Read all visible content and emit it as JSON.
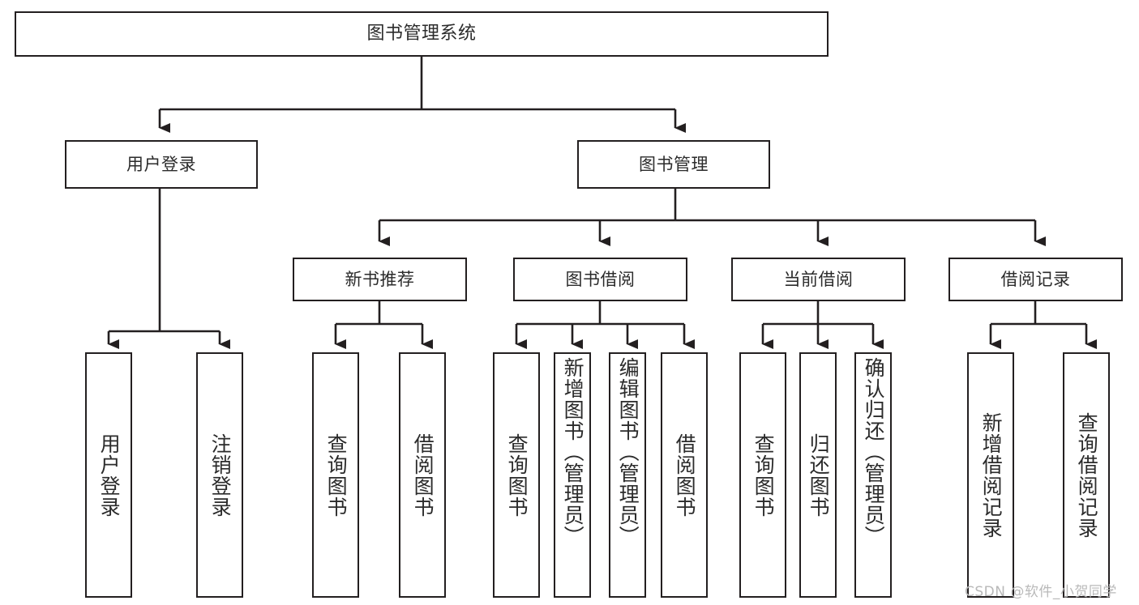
{
  "diagram": {
    "title": "图书管理系统",
    "style": {
      "line_color": "#231f20",
      "text_color": "#2b2b2b",
      "background": "#ffffff",
      "watermark_color": "#b9b9b9"
    },
    "nodes": {
      "root": {
        "label": "图书管理系统"
      },
      "level1": [
        {
          "id": "user-login",
          "label": "用户登录"
        },
        {
          "id": "book-manage",
          "label": "图书管理"
        }
      ],
      "level2": [
        {
          "id": "new-book-recommend",
          "label": "新书推荐"
        },
        {
          "id": "book-borrow",
          "label": "图书借阅"
        },
        {
          "id": "current-borrow",
          "label": "当前借阅"
        },
        {
          "id": "borrow-record",
          "label": "借阅记录"
        }
      ],
      "leaves": [
        {
          "id": "leaf-user-login",
          "label": "用户登录",
          "parent": "user-login"
        },
        {
          "id": "leaf-logout",
          "label": "注销登录",
          "parent": "user-login"
        },
        {
          "id": "leaf-query-book-1",
          "label": "查询图书",
          "parent": "new-book-recommend"
        },
        {
          "id": "leaf-borrow-book-1",
          "label": "借阅图书",
          "parent": "new-book-recommend"
        },
        {
          "id": "leaf-query-book-2",
          "label": "查询图书",
          "parent": "book-borrow"
        },
        {
          "id": "leaf-add-book",
          "label": "新增图书（管理员）",
          "parent": "book-borrow"
        },
        {
          "id": "leaf-edit-book",
          "label": "编辑图书（管理员）",
          "parent": "book-borrow"
        },
        {
          "id": "leaf-borrow-book-2",
          "label": "借阅图书",
          "parent": "book-borrow"
        },
        {
          "id": "leaf-query-book-3",
          "label": "查询图书",
          "parent": "current-borrow"
        },
        {
          "id": "leaf-return-book",
          "label": "归还图书",
          "parent": "current-borrow"
        },
        {
          "id": "leaf-confirm-return",
          "label": "确认归还（管理员）",
          "parent": "current-borrow"
        },
        {
          "id": "leaf-add-record",
          "label": "新增借阅记录",
          "parent": "borrow-record"
        },
        {
          "id": "leaf-query-record",
          "label": "查询借阅记录",
          "parent": "borrow-record"
        }
      ]
    },
    "watermark": "CSDN @软件_小贺同学"
  }
}
